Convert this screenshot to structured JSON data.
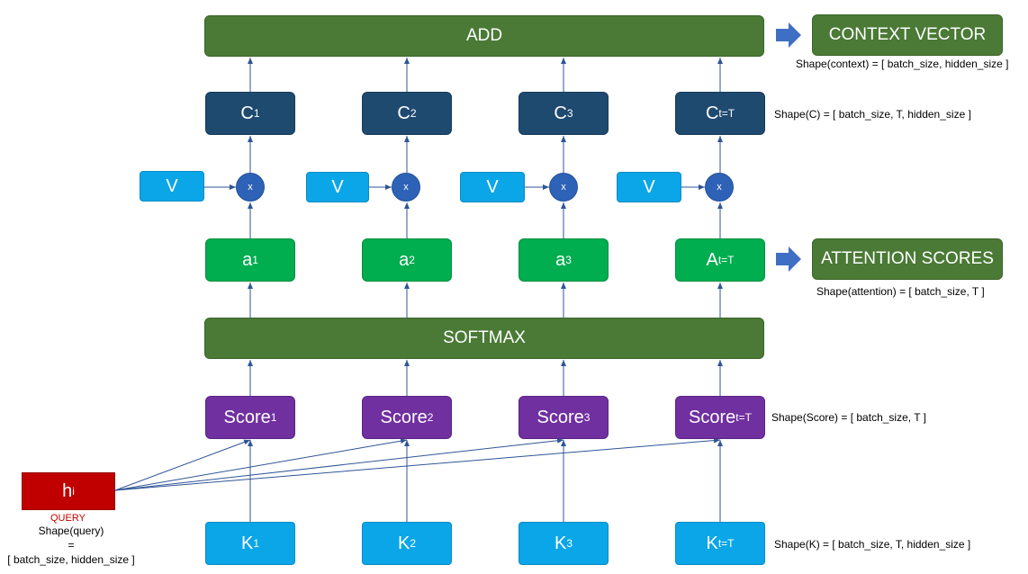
{
  "add": {
    "label": "ADD"
  },
  "softmax": {
    "label": "SOFTMAX"
  },
  "context_vector": {
    "label": "CONTEXT VECTOR",
    "shape": "Shape(context) = [ batch_size, hidden_size ]"
  },
  "attention_scores": {
    "label": "ATTENTION SCORES",
    "shape": "Shape(attention) = [ batch_size, T ]"
  },
  "columns": [
    {
      "c": "C",
      "c_sub": "1",
      "v": "V",
      "mult": "x",
      "a": "a",
      "a_sub": "1",
      "score": "Score",
      "score_sub": "1",
      "k": "K",
      "k_sub": "1"
    },
    {
      "c": "C",
      "c_sub": "2",
      "v": "V",
      "mult": "x",
      "a": "a",
      "a_sub": "2",
      "score": "Score",
      "score_sub": "2",
      "k": "K",
      "k_sub": "2"
    },
    {
      "c": "C",
      "c_sub": "3",
      "v": "V",
      "mult": "x",
      "a": "a",
      "a_sub": "3",
      "score": "Score",
      "score_sub": "3",
      "k": "K",
      "k_sub": "3"
    },
    {
      "c": "C",
      "c_sub": "t=T",
      "v": "V",
      "mult": "x",
      "a": "A",
      "a_sub": "t=T",
      "score": "Score",
      "score_sub": "t=T",
      "k": "K",
      "k_sub": "t=T"
    }
  ],
  "shapes": {
    "c": "Shape(C) = [ batch_size, T, hidden_size ]",
    "score": "Shape(Score) = [ batch_size, T ]",
    "k": "Shape(K) = [ batch_size, T, hidden_size ]"
  },
  "query": {
    "h": "h",
    "h_sub": "i",
    "label": "QUERY",
    "shape_line1": "Shape(query)",
    "shape_line2": "=",
    "shape_line3": "[ batch_size, hidden_size ]"
  },
  "colors": {
    "dark_green": "#4a7a35",
    "navy": "#1f4a70",
    "cyan": "#0aa6e8",
    "green": "#00ad4f",
    "purple": "#7030a0",
    "red": "#c00000",
    "circle": "#2e62b6",
    "wire": "#2f5597"
  }
}
